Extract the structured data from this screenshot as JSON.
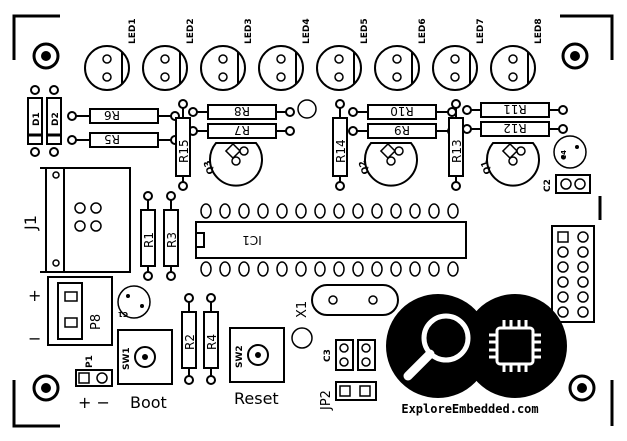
{
  "board": {
    "leds": [
      "LED1",
      "LED2",
      "LED3",
      "LED4",
      "LED5",
      "LED6",
      "LED7",
      "LED8"
    ],
    "diodes": [
      "D1",
      "D2"
    ],
    "resistors": {
      "r1": "R1",
      "r2": "R2",
      "r3": "R3",
      "r4": "R4",
      "r5": "R5",
      "r6": "R6",
      "r7": "R7",
      "r8": "R8",
      "r9": "R9",
      "r10": "R10",
      "r11": "R11",
      "r12": "R12",
      "r13": "R13",
      "r14": "R14",
      "r15": "R15"
    },
    "transistors": [
      "Q3",
      "Q2",
      "Q1"
    ],
    "connectors": {
      "j1": "J1",
      "p8": "P8",
      "p1": "P1",
      "jp2": "JP2"
    },
    "capacitors": {
      "c1": "C1",
      "c2": "C2",
      "c3": "C3",
      "c4": "C4"
    },
    "ic": "IC1",
    "crystal": "X1",
    "switches": {
      "sw1": "SW1",
      "sw2": "SW2"
    },
    "button_labels": {
      "boot": "Boot",
      "reset": "Reset"
    },
    "polarity": {
      "plus": "+",
      "minus": "−",
      "pm": "+ −"
    },
    "brand": "ExploreEmbedded.com"
  }
}
